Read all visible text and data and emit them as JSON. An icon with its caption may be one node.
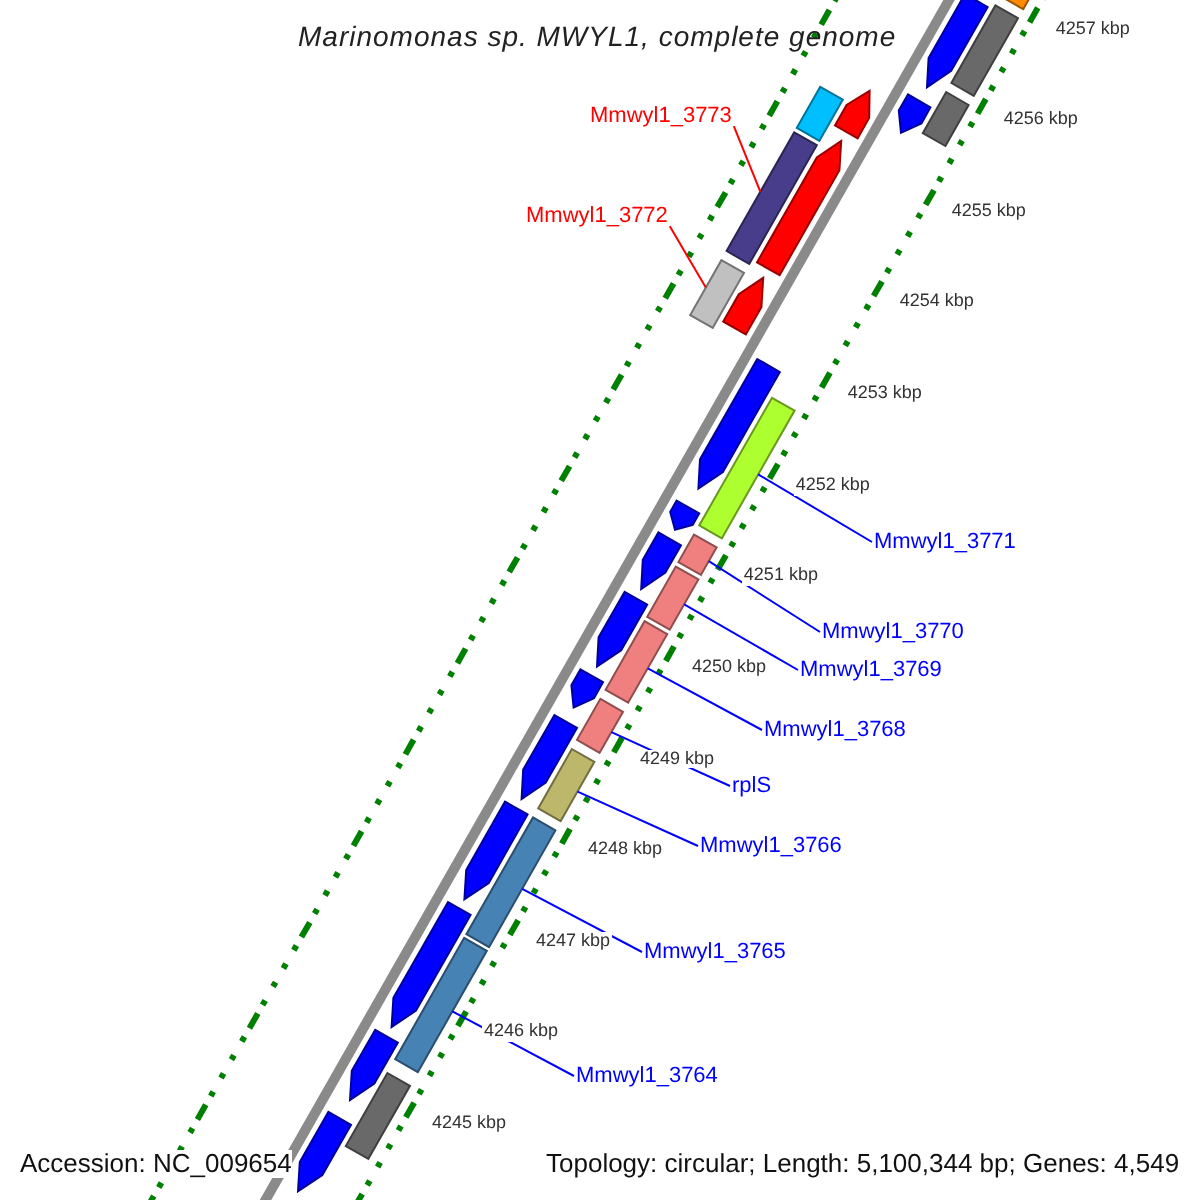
{
  "diagram": {
    "title": "Marinomonas sp. MWYL1, complete genome",
    "nodes": [
      {
        "text": [
          "Mmwyl1_3773"
        ]
      },
      {
        "text": [
          "Mmwyl1_3772"
        ]
      },
      {
        "text": [
          "Mmwyl1_3771"
        ]
      },
      {
        "text": [
          "Mmwyl1_3770"
        ]
      },
      {
        "text": [
          "Mmwyl1_3769"
        ]
      },
      {
        "text": [
          "Mmwyl1_3768"
        ]
      },
      {
        "text": [
          "rplS"
        ]
      },
      {
        "text": [
          "Mmwyl1_3766"
        ]
      },
      {
        "text": [
          "Mmwyl1_3765"
        ]
      },
      {
        "text": [
          "Mmwyl1_3764"
        ]
      },
      {
        "text": [],
        "shape": "bar"
      },
      {
        "text": [],
        "shape": "bar"
      },
      {
        "text": [],
        "shape": "bar"
      },
      {
        "text": [],
        "shape": "bar"
      },
      {
        "text": [],
        "shape": "bar"
      },
      {
        "text": [],
        "shape": "bar"
      },
      {
        "text": [],
        "shape": "bar"
      },
      {
        "text": [],
        "shape": "bar"
      },
      {
        "text": [],
        "shape": "bar"
      },
      {
        "text": [],
        "shape": "bar"
      }
    ],
    "edges": [
      {
        "from": 0,
        "to": 10,
        "arrow": "none",
        "color": "#ff0000"
      },
      {
        "from": 1,
        "to": 11,
        "arrow": "none",
        "color": "#ff0000"
      },
      {
        "from": 2,
        "to": 12,
        "arrow": "none"
      },
      {
        "from": 3,
        "to": 13,
        "arrow": "none"
      },
      {
        "from": 4,
        "to": 14,
        "arrow": "none"
      },
      {
        "from": 5,
        "to": 15,
        "arrow": "none"
      },
      {
        "from": 6,
        "to": 16,
        "arrow": "none"
      },
      {
        "from": 7,
        "to": 17,
        "arrow": "none"
      },
      {
        "from": 8,
        "to": 18,
        "arrow": "none"
      },
      {
        "from": 9,
        "to": 19,
        "arrow": "none"
      }
    ],
    "labels": [
      "4257 kbp",
      "4256 kbp",
      "4255 kbp",
      "4254 kbp",
      "4253 kbp",
      "4252 kbp",
      "4251 kbp",
      "4250 kbp",
      "4249 kbp",
      "4248 kbp",
      "4247 kbp",
      "4246 kbp",
      "4245 kbp",
      "Accession: NC_009654",
      "Topology: circular; Length: 5,100,344 bp; Genes: 4,549"
    ]
  }
}
